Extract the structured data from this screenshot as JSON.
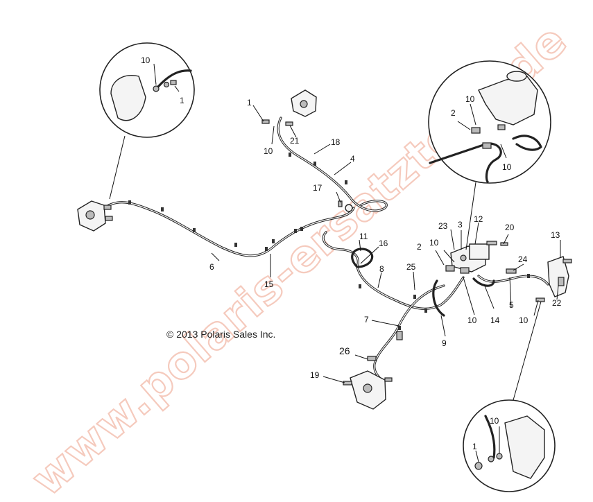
{
  "copyright": "© 2013 Polaris Sales Inc.",
  "watermark": "www.polaris-ersatzteile.de",
  "callouts": {
    "c1a": "1",
    "c10a": "10",
    "c1b": "1",
    "c21": "21",
    "c18": "18",
    "c10b": "10",
    "c4": "4",
    "c17": "17",
    "c6": "6",
    "c15": "15",
    "c11": "11",
    "c16": "16",
    "c8": "8",
    "c2a": "2",
    "c10c": "10",
    "c10d": "10",
    "c23": "23",
    "c3": "3",
    "c12": "12",
    "c20": "20",
    "c13": "13",
    "c2b": "2",
    "c10e": "10",
    "c25": "25",
    "c24": "24",
    "c5": "5",
    "c7": "7",
    "c9": "9",
    "c10f": "10",
    "c14": "14",
    "c10g": "10",
    "c22": "22",
    "c26": "26",
    "c19": "19",
    "c10h": "10",
    "c1c": "1"
  },
  "colors": {
    "watermark": "#f2b9a8",
    "line": "#222222"
  }
}
